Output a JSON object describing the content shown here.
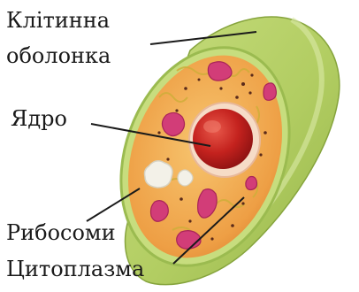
{
  "diagram": {
    "labels": {
      "cell_wall_line1": "Клітинна",
      "cell_wall_line2": "оболонка",
      "nucleus": "Ядро",
      "ribosomes": "Рибосоми",
      "cytoplasm": "Цитоплазма"
    },
    "colors": {
      "cell_wall": "#b6d06a",
      "cell_wall_shadow": "#8fae45",
      "cytoplasm": "#f2b25a",
      "nucleus": "#c4221e",
      "organelles": "#d23d78",
      "vacuole": "#f1efe6",
      "leader_line": "#1a1a1a"
    }
  }
}
